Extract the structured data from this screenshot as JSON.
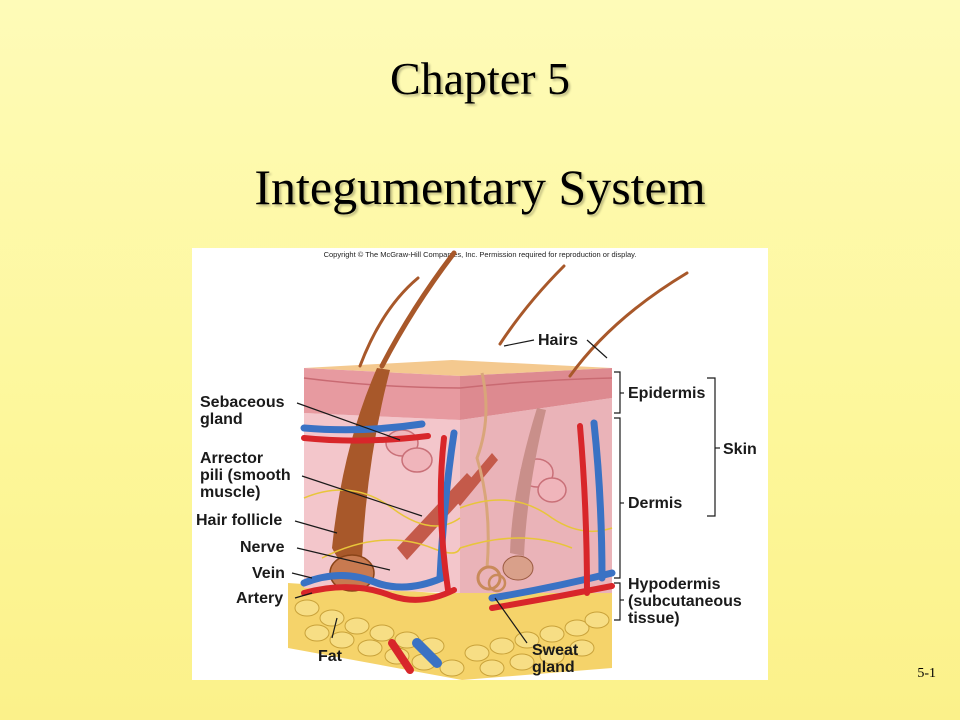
{
  "slide": {
    "chapter": "Chapter 5",
    "title": "Integumentary System",
    "number": "5-1"
  },
  "figure": {
    "copyright": "Copyright © The McGraw-Hill Companies, Inc. Permission required for reproduction or display.",
    "labels": {
      "hairs": "Hairs",
      "epidermis": "Epidermis",
      "skin": "Skin",
      "dermis": "Dermis",
      "hypodermis": "Hypodermis\n(subcutaneous\ntissue)",
      "sebaceous_gland": "Sebaceous\ngland",
      "arrector_pili": "Arrector\npili (smooth\nmuscle)",
      "hair_follicle": "Hair follicle",
      "nerve": "Nerve",
      "vein": "Vein",
      "artery": "Artery",
      "fat": "Fat",
      "sweat_gland": "Sweat\ngland"
    },
    "colors": {
      "epidermis": "#e89a9e",
      "dermis": "#f2c4c6",
      "fat": "#f5d36a",
      "artery": "#d8262a",
      "vein": "#3a72c4",
      "hair": "#a8582a",
      "nerve": "#e8c53a"
    }
  }
}
